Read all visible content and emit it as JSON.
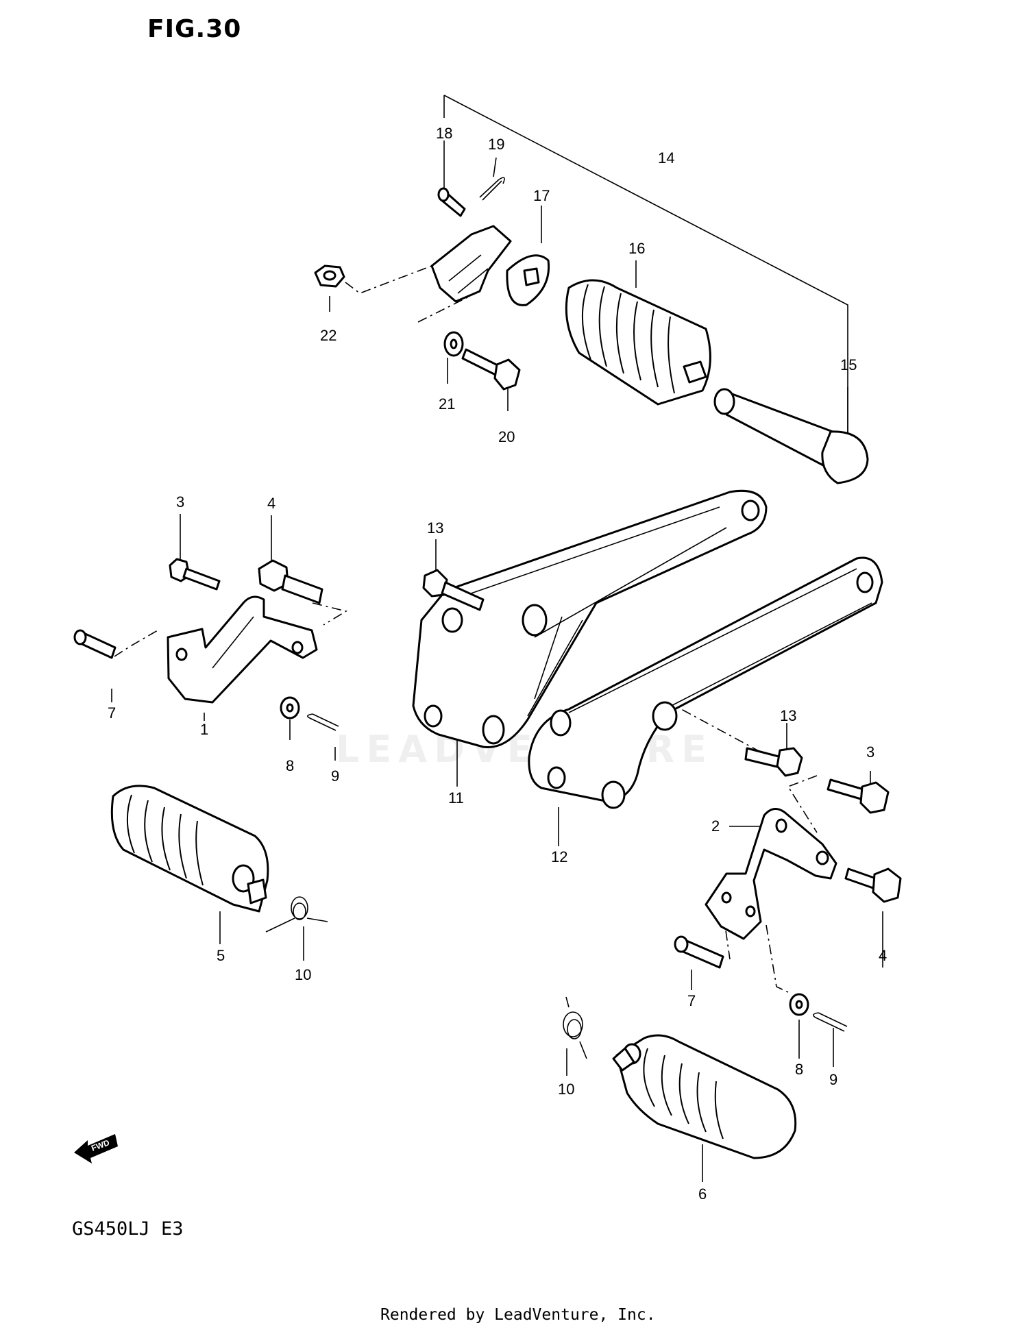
{
  "figure": {
    "title": "FIG.30"
  },
  "model_code": "GS450LJ  E3",
  "footer_text": "Rendered by LeadVenture, Inc.",
  "watermark_text": "LEADVENTURE",
  "fwd_label": "FWD",
  "callouts": [
    {
      "id": "c18",
      "label": "18"
    },
    {
      "id": "c19",
      "label": "19"
    },
    {
      "id": "c14",
      "label": "14"
    },
    {
      "id": "c17",
      "label": "17"
    },
    {
      "id": "c16",
      "label": "16"
    },
    {
      "id": "c22",
      "label": "22"
    },
    {
      "id": "c15",
      "label": "15"
    },
    {
      "id": "c21",
      "label": "21"
    },
    {
      "id": "c20",
      "label": "20"
    },
    {
      "id": "c3a",
      "label": "3"
    },
    {
      "id": "c4a",
      "label": "4"
    },
    {
      "id": "c13a",
      "label": "13"
    },
    {
      "id": "c7a",
      "label": "7"
    },
    {
      "id": "c1",
      "label": "1"
    },
    {
      "id": "c8a",
      "label": "8"
    },
    {
      "id": "c9a",
      "label": "9"
    },
    {
      "id": "c11",
      "label": "11"
    },
    {
      "id": "c13b",
      "label": "13"
    },
    {
      "id": "c3b",
      "label": "3"
    },
    {
      "id": "c12",
      "label": "12"
    },
    {
      "id": "c2",
      "label": "2"
    },
    {
      "id": "c5",
      "label": "5"
    },
    {
      "id": "c10a",
      "label": "10"
    },
    {
      "id": "c4b",
      "label": "4"
    },
    {
      "id": "c7b",
      "label": "7"
    },
    {
      "id": "c8b",
      "label": "8"
    },
    {
      "id": "c9b",
      "label": "9"
    },
    {
      "id": "c10b",
      "label": "10"
    },
    {
      "id": "c6",
      "label": "6"
    }
  ]
}
